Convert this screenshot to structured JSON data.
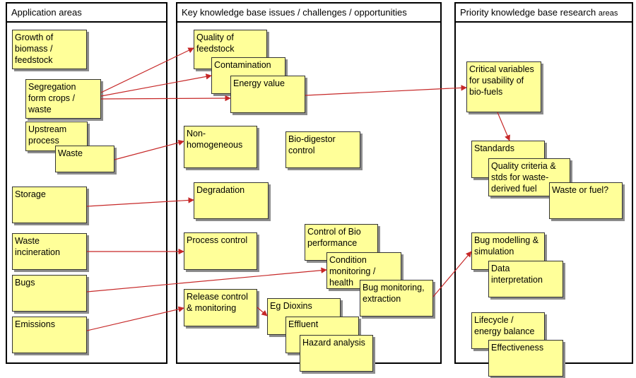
{
  "columns": {
    "application": {
      "title": "Application areas"
    },
    "issues": {
      "title": "Key knowledge base issues / challenges / opportunities"
    },
    "priority": {
      "title_main": "Priority knowledge base research ",
      "title_small": "areas"
    }
  },
  "notes": {
    "growth": "Growth of\nbiomass /\nfeedstock",
    "segregation": "Segregation\nform crops /\nwaste",
    "upstream": "Upstream\nprocess",
    "waste": "Waste",
    "storage": "Storage",
    "incineration": "Waste\nincineration",
    "bugs": "Bugs",
    "emissions": "Emissions",
    "quality_feedstock": "Quality of\nfeedstock",
    "contamination": "Contamination",
    "energy_value": "Energy value",
    "non_homogeneous": "Non-\nhomogeneous",
    "bio_digestor": "Bio-digestor\ncontrol",
    "degradation": "Degradation",
    "process_control": "Process control",
    "control_bio": "Control of Bio\nperformance",
    "condition_monitoring": "Condition\nmonitoring /\nhealth",
    "bug_monitoring": "Bug monitoring,\nextraction",
    "release_control": "Release control\n& monitoring",
    "eg_dioxins": "Eg Dioxins",
    "effluent": "Effluent",
    "hazard": "Hazard analysis",
    "critical_vars": "Critical variables\nfor usability of\nbio-fuels",
    "standards": "Standards",
    "quality_criteria": "Quality criteria &\nstds for waste-\nderived fuel",
    "waste_or_fuel": "Waste or fuel?",
    "bug_modelling": "Bug modelling &\nsimulation",
    "data_interp": "Data\ninterpretation",
    "lifecycle": "Lifecycle /\nenergy balance",
    "effectiveness": "Effectiveness"
  },
  "colors": {
    "note_fill": "#ffff99",
    "arrow": "#c62828",
    "shadow": "#8c8c8c"
  }
}
